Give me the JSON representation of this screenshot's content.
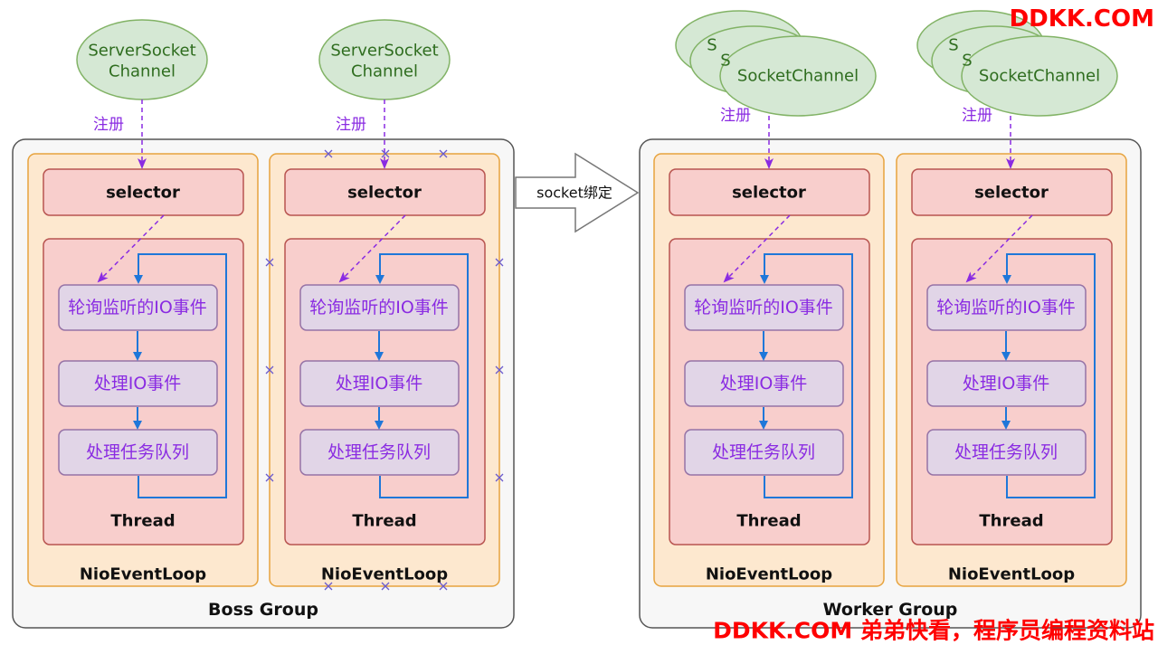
{
  "boss_group": {
    "label": "Boss Group",
    "loops": [
      {
        "label": "NioEventLoop",
        "selector": "selector",
        "thread": "Thread",
        "steps": [
          "轮询监听的IO事件",
          "处理IO事件",
          "处理任务队列"
        ]
      },
      {
        "label": "NioEventLoop",
        "selector": "selector",
        "thread": "Thread",
        "steps": [
          "轮询监听的IO事件",
          "处理IO事件",
          "处理任务队列"
        ]
      }
    ],
    "channels": [
      {
        "line1": "ServerSocket",
        "line2": "Channel",
        "register": "注册"
      },
      {
        "line1": "ServerSocket",
        "line2": "Channel",
        "register": "注册"
      }
    ]
  },
  "worker_group": {
    "label": "Worker Group",
    "loops": [
      {
        "label": "NioEventLoop",
        "selector": "selector",
        "thread": "Thread",
        "steps": [
          "轮询监听的IO事件",
          "处理IO事件",
          "处理任务队列"
        ]
      },
      {
        "label": "NioEventLoop",
        "selector": "selector",
        "thread": "Thread",
        "steps": [
          "轮询监听的IO事件",
          "处理IO事件",
          "处理任务队列"
        ]
      }
    ],
    "channels": [
      {
        "back1": "S",
        "back2": "S",
        "front": "SocketChannel",
        "register": "注册"
      },
      {
        "back1": "S",
        "back2": "S",
        "front": "SocketChannel",
        "register": "注册"
      }
    ]
  },
  "bind_arrow": {
    "label": "socket绑定"
  },
  "watermark": {
    "top": "DDKK.COM",
    "bottom": "DDKK.COM 弟弟快看，程序员编程资料站"
  },
  "colors": {
    "group_border": "#555555",
    "group_fill": "#f7f7f7",
    "loop_border": "#e7a33e",
    "loop_fill": "#fde8cf",
    "selector_border": "#b85450",
    "selector_fill": "#f8cecc",
    "step_border": "#9673a6",
    "step_fill": "#e1d5e7",
    "channel_border": "#82b366",
    "channel_fill": "#d5e8d4",
    "flow_arrow": "#1f77d9",
    "register_arrow": "#8a2be2",
    "watermark": "#ff0000"
  }
}
